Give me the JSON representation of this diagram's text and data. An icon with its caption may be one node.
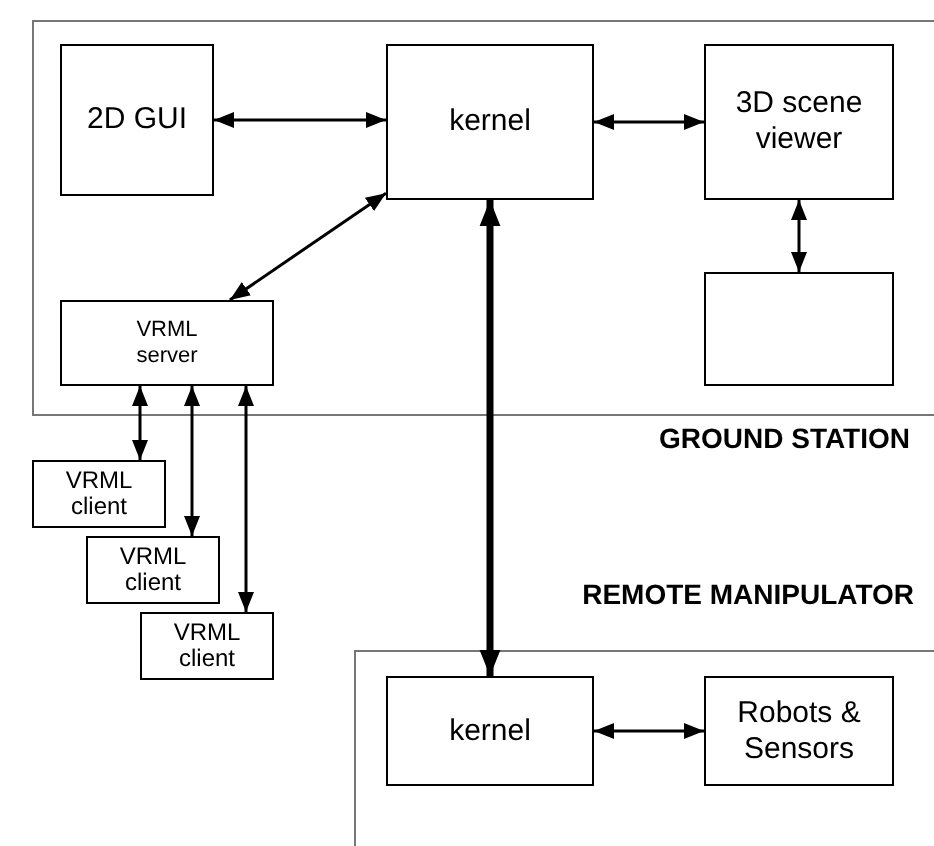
{
  "diagram": {
    "nodes": [
      {
        "text": [
          "GROUND STATION"
        ]
      },
      {
        "text": [
          "2D GUI"
        ],
        "in": 0
      },
      {
        "text": [
          "kernel"
        ],
        "in": 0
      },
      {
        "text": [
          "3D scene viewer"
        ],
        "in": 0
      },
      {
        "text": [
          "VRML server"
        ],
        "in": 0
      },
      {
        "text": [],
        "shape": "box",
        "in": 0
      },
      {
        "text": [
          "VRML client"
        ]
      },
      {
        "text": [
          "VRML client"
        ]
      },
      {
        "text": [
          "VRML client"
        ]
      },
      {
        "text": [
          "REMOTE MANIPULATOR"
        ]
      },
      {
        "text": [
          "kernel"
        ],
        "in": 9
      },
      {
        "text": [
          "Robots & Sensors"
        ],
        "in": 9
      }
    ],
    "edges": [
      {
        "from": 1,
        "to": 2,
        "arrow": "both"
      },
      {
        "from": 2,
        "to": 3,
        "arrow": "both"
      },
      {
        "from": 4,
        "to": 2,
        "arrow": "both"
      },
      {
        "from": 3,
        "to": 5,
        "arrow": "both"
      },
      {
        "from": 4,
        "to": 6,
        "arrow": "both"
      },
      {
        "from": 4,
        "to": 7,
        "arrow": "both"
      },
      {
        "from": 4,
        "to": 8,
        "arrow": "both"
      },
      {
        "from": 2,
        "to": 10,
        "arrow": "both",
        "style": "thick"
      },
      {
        "from": 10,
        "to": 11,
        "arrow": "both"
      }
    ]
  }
}
